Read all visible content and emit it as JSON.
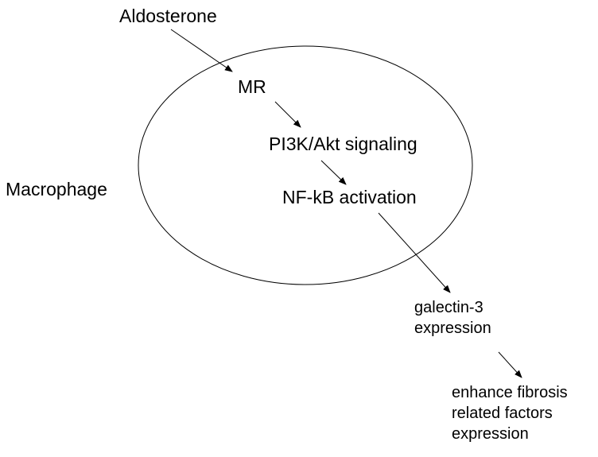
{
  "diagram": {
    "nodes": {
      "aldosterone": "Aldosterone",
      "mr": "MR",
      "pi3k_akt": "PI3K/Akt signaling",
      "nfkb": "NF-kB activation",
      "macrophage": "Macrophage",
      "galectin": [
        "galectin-3",
        "expression"
      ],
      "enhance": [
        "enhance fibrosis",
        "related factors",
        "expression"
      ]
    },
    "edges": [
      {
        "from": "aldosterone",
        "to": "mr"
      },
      {
        "from": "mr",
        "to": "pi3k_akt"
      },
      {
        "from": "pi3k_akt",
        "to": "nfkb"
      },
      {
        "from": "nfkb",
        "to": "galectin"
      },
      {
        "from": "galectin",
        "to": "enhance"
      }
    ],
    "colors": {
      "stroke": "#000000",
      "background": "#ffffff"
    }
  }
}
